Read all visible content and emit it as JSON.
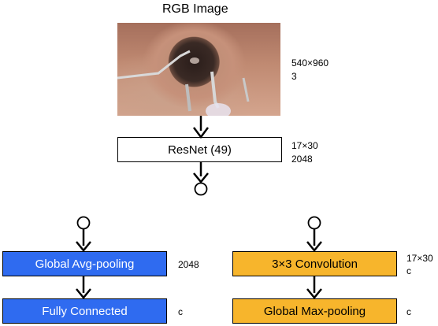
{
  "top": {
    "title": "RGB Image",
    "image_dims": [
      "540×960",
      "3"
    ],
    "resnet_label": "ResNet (49)",
    "resnet_dims": [
      "17×30",
      "2048"
    ]
  },
  "left_branch": {
    "pool_label": "Global Avg-pooling",
    "pool_dim": "2048",
    "fc_label": "Fully Connected",
    "fc_dim": "c",
    "color": "#2f6bf0"
  },
  "right_branch": {
    "conv_label": "3×3 Convolution",
    "conv_dims": [
      "17×30",
      "c"
    ],
    "pool_label": "Global Max-pooling",
    "pool_dim": "c",
    "color": "#f7b52c"
  }
}
